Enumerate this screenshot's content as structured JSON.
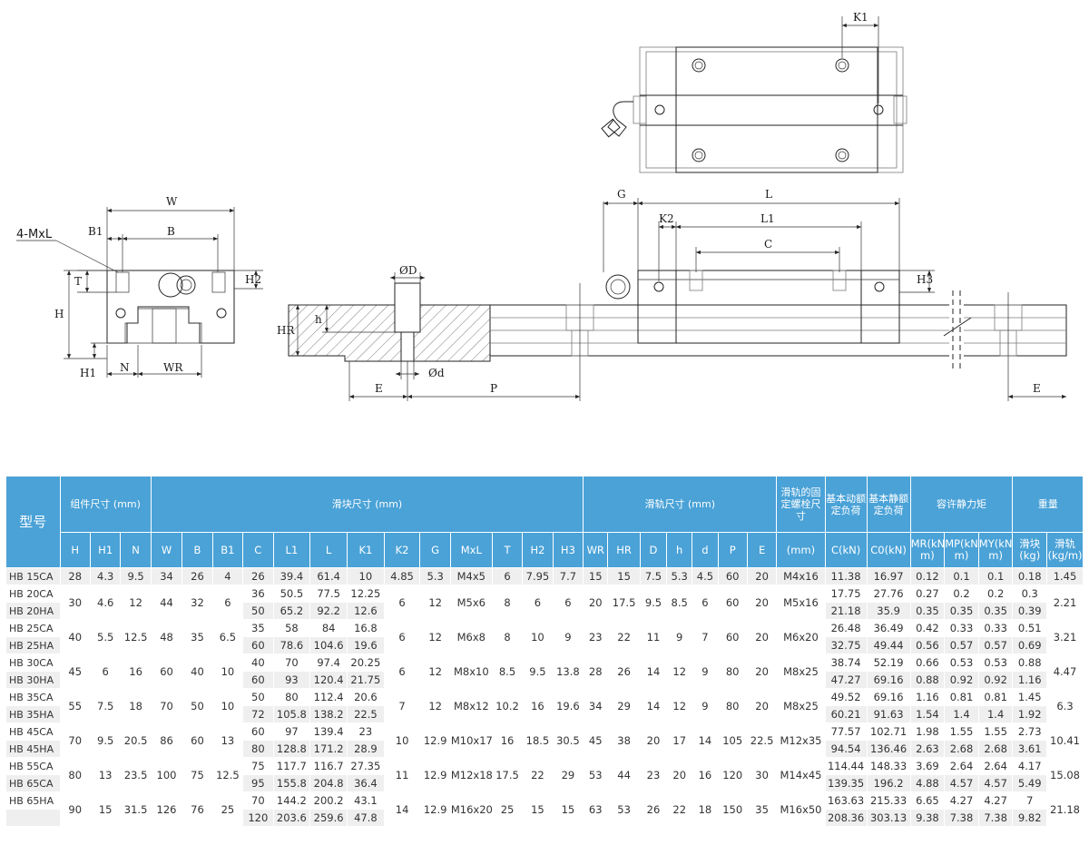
{
  "drawing": {
    "labels": {
      "W": "W",
      "B1": "B1",
      "B": "B",
      "MxL": "4-MxL",
      "T": "T",
      "H": "H",
      "H1": "H1",
      "N": "N",
      "WR": "WR",
      "H2": "H2",
      "HR": "HR",
      "h": "h",
      "D": "ØD",
      "d": "Ød",
      "E": "E",
      "P": "P",
      "G": "G",
      "L": "L",
      "K2": "K2",
      "L1": "L1",
      "C": "C",
      "H3": "H3",
      "K1": "K1",
      "E2": "E"
    }
  },
  "table": {
    "header": {
      "model": "型号",
      "group_assembly": "组件尺寸 (mm)",
      "group_block": "滑块尺寸 (mm)",
      "group_rail": "滑轨尺寸 (mm)",
      "rail_bolt": "滑轨的固定螺栓尺寸",
      "dyn_load": "基本动额定负荷",
      "static_load": "基本静额定负荷",
      "moment": "容许静力矩",
      "weight": "重量",
      "sub": [
        "H",
        "H1",
        "N",
        "W",
        "B",
        "B1",
        "C",
        "L1",
        "L",
        "K1",
        "K2",
        "G",
        "MxL",
        "T",
        "H2",
        "H3",
        "WR",
        "HR",
        "D",
        "h",
        "d",
        "P",
        "E",
        "(mm)",
        "C(kN)",
        "C0(kN)",
        "MR(kN-m)",
        "MP(kN-m)",
        "MY(kN-m)",
        "滑块(kg)",
        "滑轨(kg/m)"
      ]
    },
    "rows": [
      [
        "HB 15CA",
        "28",
        "4.3",
        "9.5",
        "34",
        "26",
        "4",
        "26",
        "39.4",
        "61.4",
        "10",
        "4.85",
        "5.3",
        "M4x5",
        "6",
        "7.95",
        "7.7",
        "15",
        "15",
        "7.5",
        "5.3",
        "4.5",
        "60",
        "20",
        "M4x16",
        "11.38",
        "16.97",
        "0.12",
        "0.1",
        "0.1",
        "0.18",
        "1.45"
      ],
      [
        "HB 20CA",
        "30",
        "4.6",
        "12",
        "44",
        "32",
        "6",
        "36",
        "50.5",
        "77.5",
        "12.25",
        "6",
        "12",
        "M5x6",
        "8",
        "6",
        "6",
        "20",
        "17.5",
        "9.5",
        "8.5",
        "6",
        "60",
        "20",
        "M5x16",
        "17.75",
        "27.76",
        "0.27",
        "0.2",
        "0.2",
        "0.3",
        "2.21"
      ],
      [
        "HB 20HA",
        "",
        "",
        "",
        "",
        "",
        "",
        "50",
        "65.2",
        "92.2",
        "12.6",
        "",
        "",
        "",
        "",
        "",
        "",
        "",
        "",
        "",
        "",
        "",
        "",
        "",
        "",
        "21.18",
        "35.9",
        "0.35",
        "0.35",
        "0.35",
        "0.39",
        ""
      ],
      [
        "HB 25CA",
        "40",
        "5.5",
        "12.5",
        "48",
        "35",
        "6.5",
        "35",
        "58",
        "84",
        "16.8",
        "6",
        "12",
        "M6x8",
        "8",
        "10",
        "9",
        "23",
        "22",
        "11",
        "9",
        "7",
        "60",
        "20",
        "M6x20",
        "26.48",
        "36.49",
        "0.42",
        "0.33",
        "0.33",
        "0.51",
        "3.21"
      ],
      [
        "HB 25HA",
        "",
        "",
        "",
        "",
        "",
        "",
        "60",
        "78.6",
        "104.6",
        "19.6",
        "",
        "",
        "",
        "",
        "",
        "",
        "",
        "",
        "",
        "",
        "",
        "",
        "",
        "",
        "32.75",
        "49.44",
        "0.56",
        "0.57",
        "0.57",
        "0.69",
        ""
      ],
      [
        "HB 30CA",
        "45",
        "6",
        "16",
        "60",
        "40",
        "10",
        "40",
        "70",
        "97.4",
        "20.25",
        "6",
        "12",
        "M8x10",
        "8.5",
        "9.5",
        "13.8",
        "28",
        "26",
        "14",
        "12",
        "9",
        "80",
        "20",
        "M8x25",
        "38.74",
        "52.19",
        "0.66",
        "0.53",
        "0.53",
        "0.88",
        "4.47"
      ],
      [
        "HB 30HA",
        "",
        "",
        "",
        "",
        "",
        "",
        "60",
        "93",
        "120.4",
        "21.75",
        "",
        "",
        "",
        "",
        "",
        "",
        "",
        "",
        "",
        "",
        "",
        "",
        "",
        "",
        "47.27",
        "69.16",
        "0.88",
        "0.92",
        "0.92",
        "1.16",
        ""
      ],
      [
        "HB 35CA",
        "55",
        "7.5",
        "18",
        "70",
        "50",
        "10",
        "50",
        "80",
        "112.4",
        "20.6",
        "7",
        "12",
        "M8x12",
        "10.2",
        "16",
        "19.6",
        "34",
        "29",
        "14",
        "12",
        "9",
        "80",
        "20",
        "M8x25",
        "49.52",
        "69.16",
        "1.16",
        "0.81",
        "0.81",
        "1.45",
        "6.3"
      ],
      [
        "HB 35HA",
        "",
        "",
        "",
        "",
        "",
        "",
        "72",
        "105.8",
        "138.2",
        "22.5",
        "",
        "",
        "",
        "",
        "",
        "",
        "",
        "",
        "",
        "",
        "",
        "",
        "",
        "",
        "60.21",
        "91.63",
        "1.54",
        "1.4",
        "1.4",
        "1.92",
        ""
      ],
      [
        "HB 45CA",
        "70",
        "9.5",
        "20.5",
        "86",
        "60",
        "13",
        "60",
        "97",
        "139.4",
        "23",
        "10",
        "12.9",
        "M10x17",
        "16",
        "18.5",
        "30.5",
        "45",
        "38",
        "20",
        "17",
        "14",
        "105",
        "22.5",
        "M12x35",
        "77.57",
        "102.71",
        "1.98",
        "1.55",
        "1.55",
        "2.73",
        "10.41"
      ],
      [
        "HB 45HA",
        "",
        "",
        "",
        "",
        "",
        "",
        "80",
        "128.8",
        "171.2",
        "28.9",
        "",
        "",
        "",
        "",
        "",
        "",
        "",
        "",
        "",
        "",
        "",
        "",
        "",
        "",
        "94.54",
        "136.46",
        "2.63",
        "2.68",
        "2.68",
        "3.61",
        ""
      ],
      [
        "HB 55CA",
        "80",
        "13",
        "23.5",
        "100",
        "75",
        "12.5",
        "75",
        "117.7",
        "116.7",
        "27.35",
        "11",
        "12.9",
        "M12x18",
        "17.5",
        "22",
        "29",
        "53",
        "44",
        "23",
        "20",
        "16",
        "120",
        "30",
        "M14x45",
        "114.44",
        "148.33",
        "3.69",
        "2.64",
        "2.64",
        "4.17",
        "15.08"
      ],
      [
        "HB 65CA",
        "",
        "",
        "",
        "",
        "",
        "",
        "95",
        "155.8",
        "204.8",
        "36.4",
        "",
        "",
        "",
        "",
        "",
        "",
        "",
        "",
        "",
        "",
        "",
        "",
        "",
        "",
        "139.35",
        "196.2",
        "4.88",
        "4.57",
        "4.57",
        "5.49",
        ""
      ],
      [
        "HB 65HA",
        "90",
        "15",
        "31.5",
        "126",
        "76",
        "25",
        "70",
        "144.2",
        "200.2",
        "43.1",
        "14",
        "12.9",
        "M16x20",
        "25",
        "15",
        "15",
        "63",
        "53",
        "26",
        "22",
        "18",
        "150",
        "35",
        "M16x50",
        "163.63",
        "215.33",
        "6.65",
        "4.27",
        "4.27",
        "7",
        "21.18"
      ],
      [
        "",
        "",
        "",
        "",
        "",
        "",
        "",
        "120",
        "203.6",
        "259.6",
        "47.8",
        "",
        "",
        "",
        "",
        "",
        "",
        "",
        "",
        "",
        "",
        "",
        "",
        "",
        "",
        "208.36",
        "303.13",
        "9.38",
        "7.38",
        "7.38",
        "9.82",
        ""
      ]
    ],
    "span_pairs": [
      [
        1,
        2
      ],
      [
        3,
        4
      ],
      [
        5,
        6
      ],
      [
        7,
        8
      ],
      [
        9,
        10
      ],
      [
        11,
        12
      ],
      [
        13,
        14
      ]
    ],
    "pair_span_cols": [
      11,
      12,
      13,
      14,
      15,
      16,
      17,
      18,
      19,
      20,
      21,
      22,
      23,
      24
    ],
    "weight_span_col": 31,
    "mid_span_col_first_row": [
      1,
      2,
      3,
      4,
      5,
      6
    ]
  },
  "colors": {
    "header_bg": "#4aa2d7",
    "row_alt": "#efefef"
  }
}
